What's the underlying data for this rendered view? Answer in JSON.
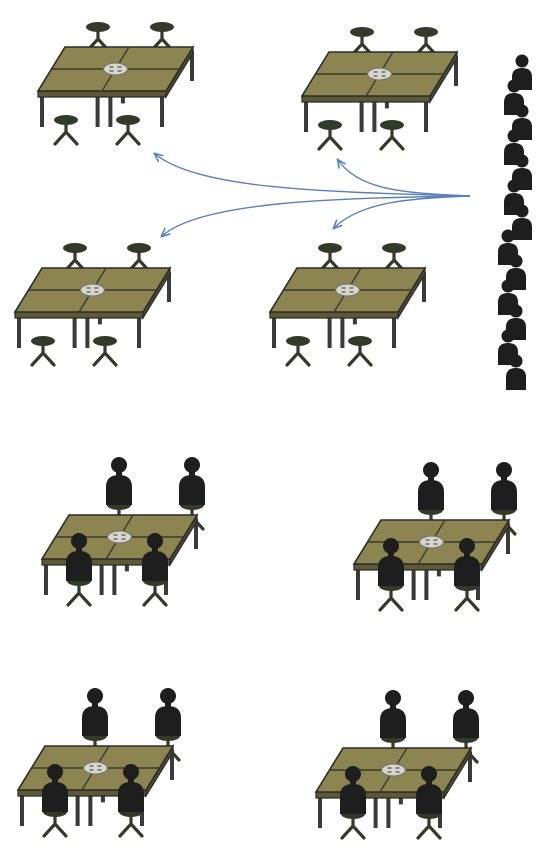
{
  "colors": {
    "table_top": "#8c8451",
    "table_edge": "#2b2b2b",
    "table_seam": "#3b3a2c",
    "leg": "#3a3a3a",
    "stool": "#333a2a",
    "person": "#1e1e1e",
    "arrow": "#5b7fb8",
    "badge_fill": "#d8d6cf",
    "badge_ring": "#7a7a70"
  },
  "scenario_empty": {
    "tables": [
      {
        "id": "table-1",
        "state": "empty",
        "seats": 4,
        "occupied": 0
      },
      {
        "id": "table-2",
        "state": "empty",
        "seats": 4,
        "occupied": 0
      },
      {
        "id": "table-3",
        "state": "empty",
        "seats": 4,
        "occupied": 0
      },
      {
        "id": "table-4",
        "state": "empty",
        "seats": 4,
        "occupied": 0
      }
    ],
    "queue": {
      "people": 13
    },
    "arrows": 4
  },
  "scenario_seated": {
    "tables": [
      {
        "id": "table-5",
        "state": "occupied",
        "seats": 4,
        "occupied": 4
      },
      {
        "id": "table-6",
        "state": "occupied",
        "seats": 4,
        "occupied": 4
      },
      {
        "id": "table-7",
        "state": "occupied",
        "seats": 4,
        "occupied": 4
      },
      {
        "id": "table-8",
        "state": "occupied",
        "seats": 4,
        "occupied": 4
      }
    ]
  }
}
